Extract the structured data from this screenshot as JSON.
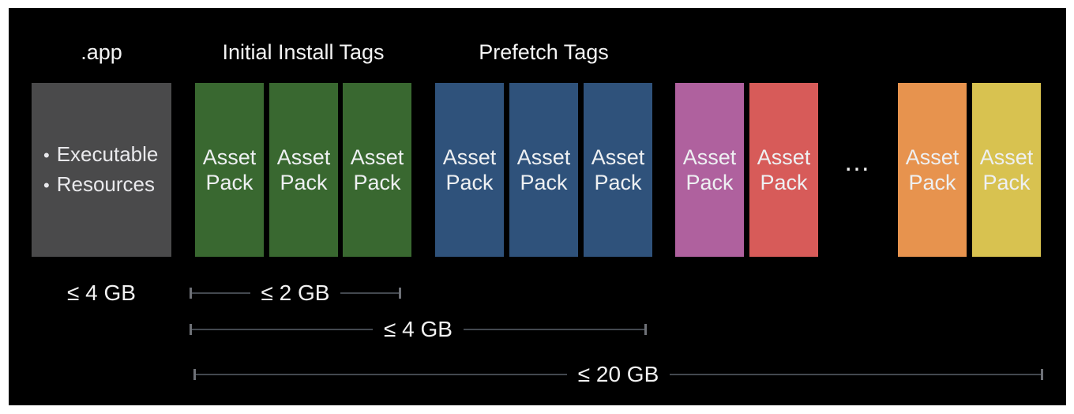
{
  "colors": {
    "background": "#ffffff",
    "canvas": "#000000",
    "app_box": "#4a4a4b",
    "green": "#396830",
    "blue": "#2f527b",
    "magenta": "#af619e",
    "red": "#d75b59",
    "orange": "#e7934e",
    "yellow": "#d8c250",
    "measure_line": "#43484f",
    "measure_tick": "#6e7177"
  },
  "headers": {
    "app": ".app",
    "initial_install": "Initial Install Tags",
    "prefetch": "Prefetch Tags"
  },
  "app_box": {
    "bullet_char": "•",
    "bullets": [
      "Executable",
      "Resources"
    ],
    "size_label": "≤ 4 GB"
  },
  "packs": [
    {
      "label": "Asset Pack",
      "group": "initial-install",
      "color": "#396830"
    },
    {
      "label": "Asset Pack",
      "group": "initial-install",
      "color": "#396830"
    },
    {
      "label": "Asset Pack",
      "group": "initial-install",
      "color": "#396830"
    },
    {
      "label": "Asset Pack",
      "group": "prefetch",
      "color": "#2f527b"
    },
    {
      "label": "Asset Pack",
      "group": "prefetch",
      "color": "#2f527b"
    },
    {
      "label": "Asset Pack",
      "group": "prefetch",
      "color": "#2f527b"
    },
    {
      "label": "Asset Pack",
      "group": "on-demand",
      "color": "#af619e"
    },
    {
      "label": "Asset Pack",
      "group": "on-demand",
      "color": "#d75b59"
    },
    {
      "label": "Asset Pack",
      "group": "on-demand",
      "color": "#e7934e"
    },
    {
      "label": "Asset Pack",
      "group": "on-demand",
      "color": "#d8c250"
    }
  ],
  "ellipsis": "…",
  "measurements": [
    {
      "label": "≤ 2 GB"
    },
    {
      "label": "≤ 4 GB"
    },
    {
      "label": "≤ 20 GB"
    }
  ]
}
